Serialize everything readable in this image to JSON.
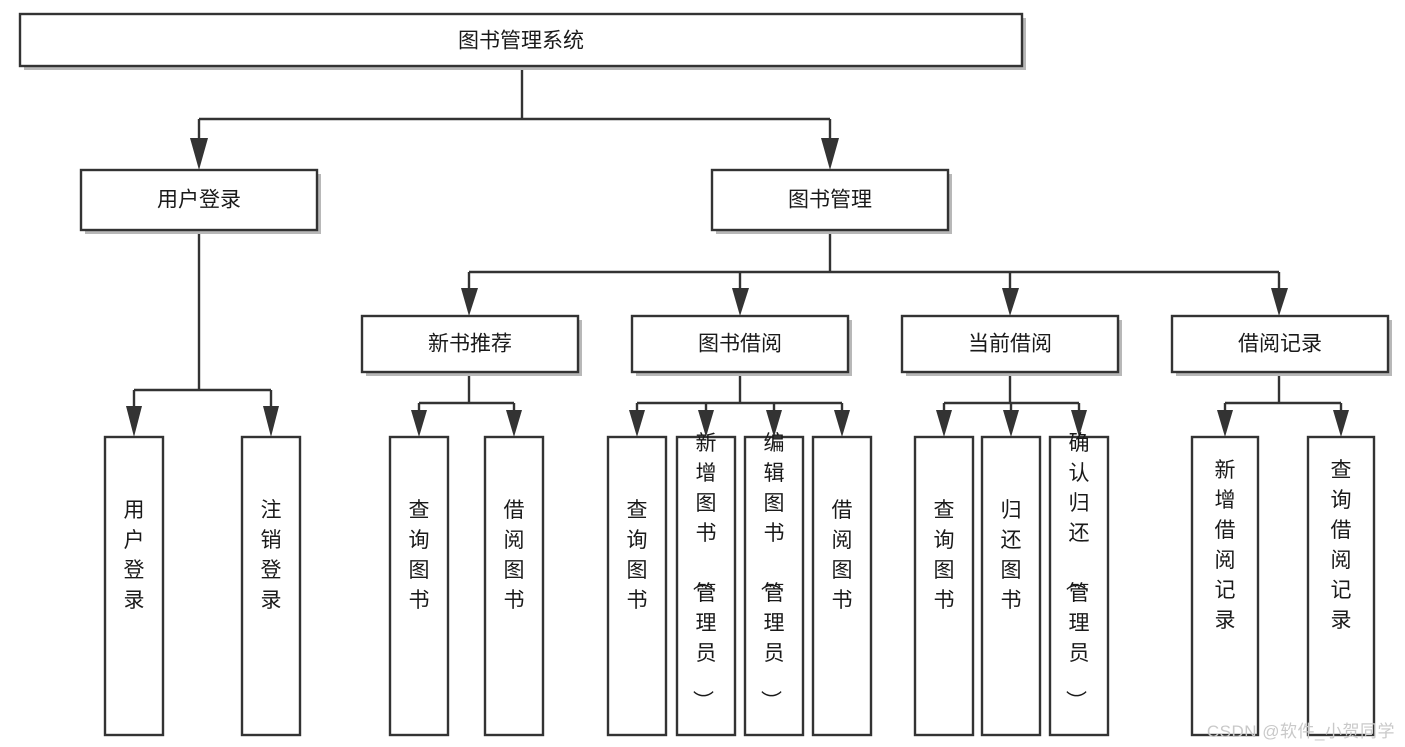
{
  "diagram": {
    "type": "tree-hierarchy-chart",
    "title": "图书管理系统",
    "orientation": "top-down",
    "colors": {
      "box_stroke": "#333333",
      "box_fill": "#ffffff",
      "connector": "#333333",
      "shadow": "#b8b8b8",
      "text": "#1a1a1a",
      "watermark": "#c9c9c9"
    },
    "levels": {
      "root": {
        "label": "图书管理系统"
      },
      "level2": [
        {
          "label": "用户登录"
        },
        {
          "label": "图书管理"
        }
      ],
      "level3": [
        {
          "label": "新书推荐"
        },
        {
          "label": "图书借阅"
        },
        {
          "label": "当前借阅"
        },
        {
          "label": "借阅记录"
        }
      ],
      "leaves": {
        "user_login": [
          {
            "label": "用户登录"
          },
          {
            "label": "注销登录"
          }
        ],
        "new_book_recommend": [
          {
            "label": "查询图书"
          },
          {
            "label": "借阅图书"
          }
        ],
        "book_borrow": [
          {
            "label": "查询图书"
          },
          {
            "label": "新增图书（管理员）"
          },
          {
            "label": "编辑图书（管理员）"
          },
          {
            "label": "借阅图书"
          }
        ],
        "current_borrow": [
          {
            "label": "查询图书"
          },
          {
            "label": "归还图书"
          },
          {
            "label": "确认归还（管理员）"
          }
        ],
        "borrow_record": [
          {
            "label": "新增借阅记录"
          },
          {
            "label": "查询借阅记录"
          }
        ]
      }
    }
  },
  "watermark": {
    "text": "CSDN @软件_小贺同学"
  }
}
